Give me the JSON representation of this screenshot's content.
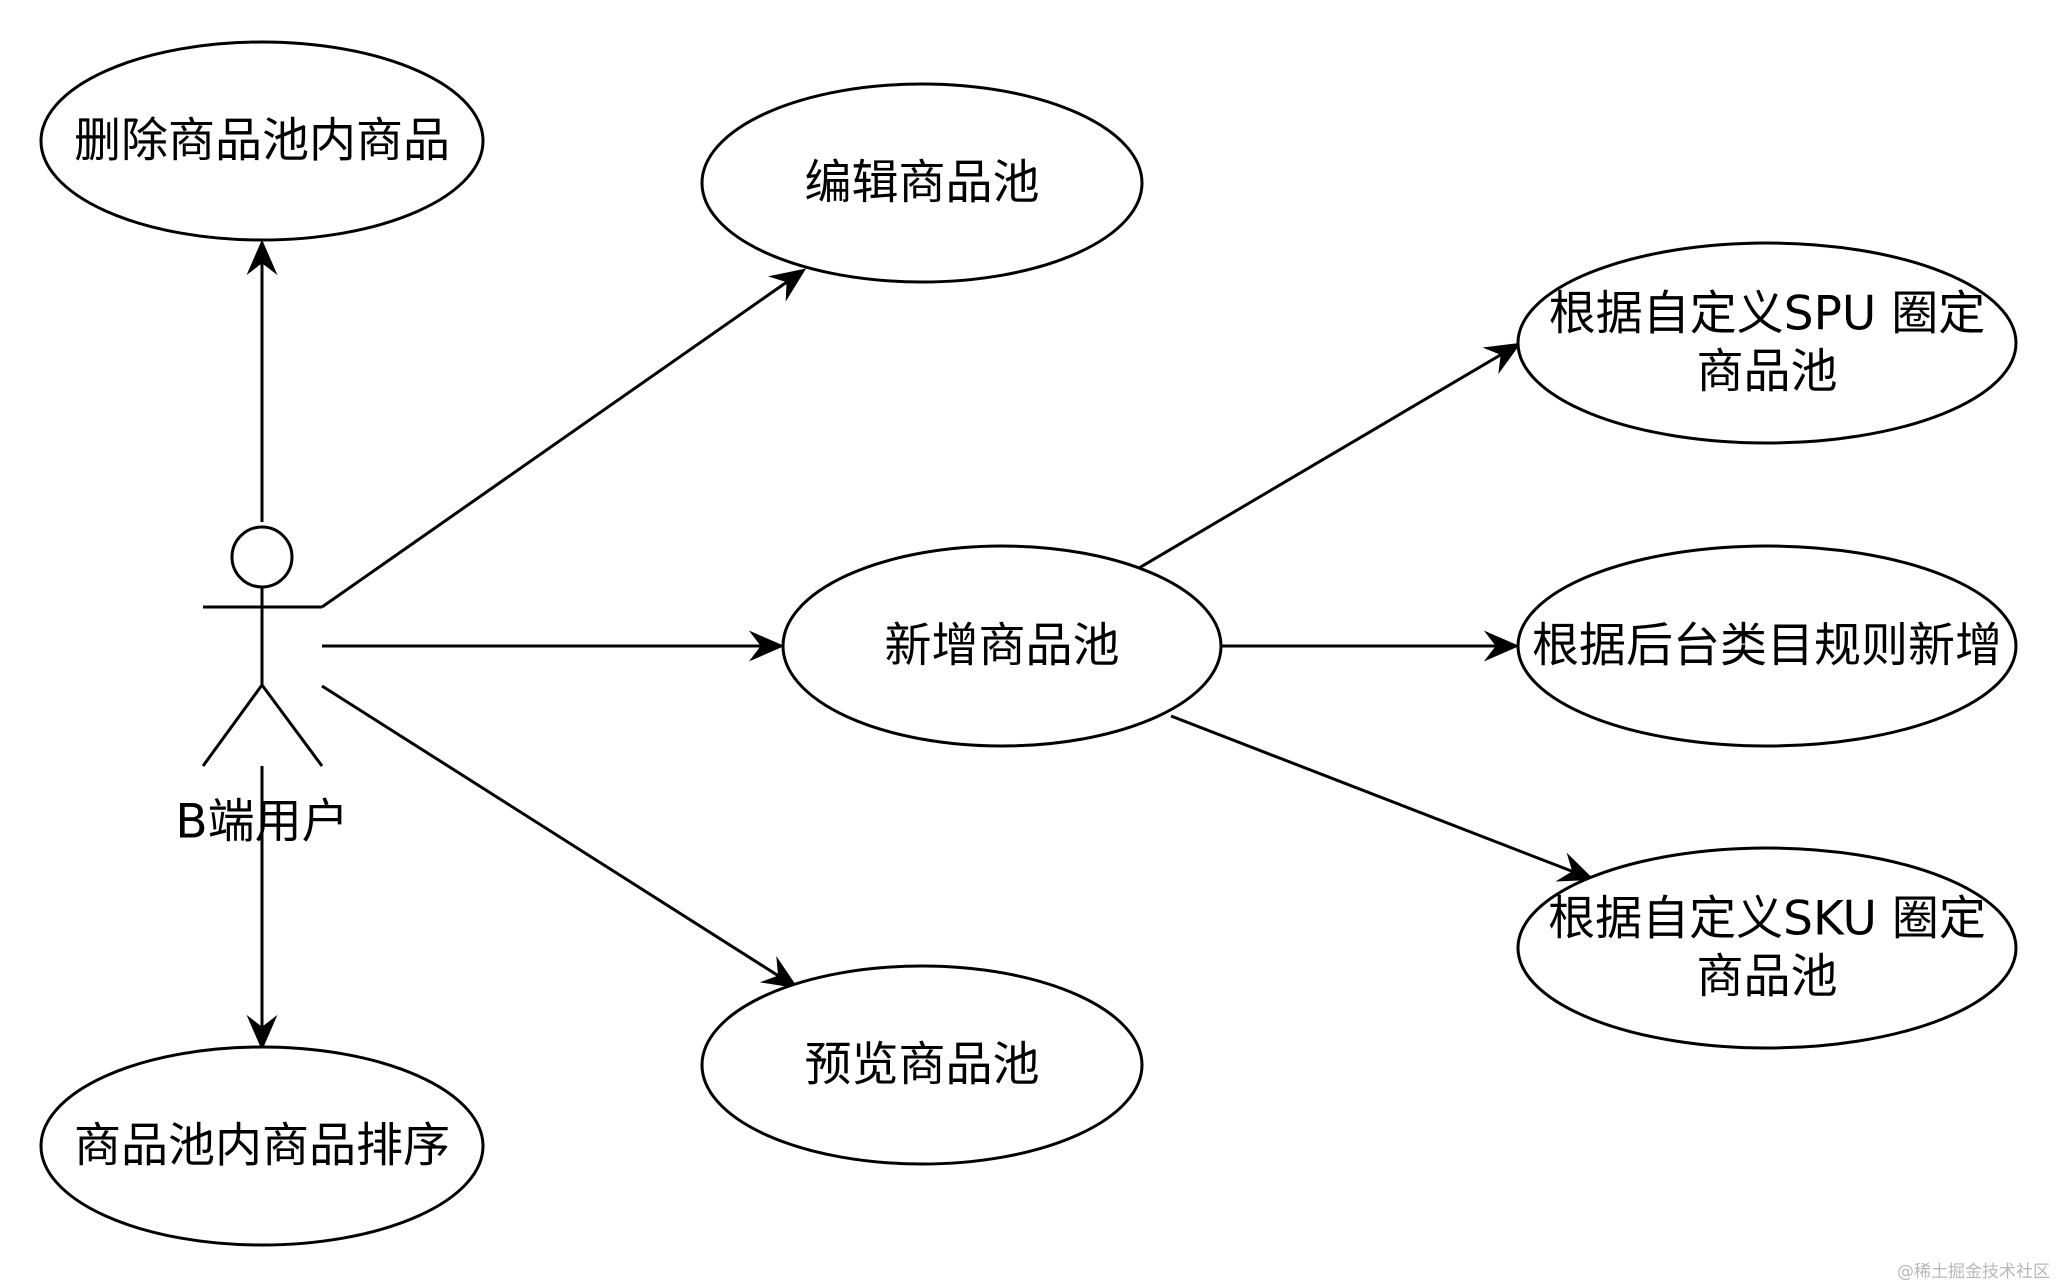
{
  "diagram": {
    "actor": {
      "label": "B端用户"
    },
    "nodes": [
      {
        "id": "delete-items",
        "lines": [
          "删除商品池内商品"
        ]
      },
      {
        "id": "edit-pool",
        "lines": [
          "编辑商品池"
        ]
      },
      {
        "id": "add-pool",
        "lines": [
          "新增商品池"
        ]
      },
      {
        "id": "preview-pool",
        "lines": [
          "预览商品池"
        ]
      },
      {
        "id": "sort-items",
        "lines": [
          "商品池内商品排序"
        ]
      },
      {
        "id": "by-spu",
        "lines": [
          "根据自定义SPU 圈定",
          "商品池"
        ]
      },
      {
        "id": "by-category",
        "lines": [
          "根据后台类目规则新增"
        ]
      },
      {
        "id": "by-sku",
        "lines": [
          "根据自定义SKU 圈定",
          "商品池"
        ]
      }
    ],
    "edges": [
      {
        "from": "actor",
        "to": "delete-items"
      },
      {
        "from": "actor",
        "to": "edit-pool"
      },
      {
        "from": "actor",
        "to": "add-pool"
      },
      {
        "from": "actor",
        "to": "preview-pool"
      },
      {
        "from": "actor",
        "to": "sort-items"
      },
      {
        "from": "add-pool",
        "to": "by-spu"
      },
      {
        "from": "add-pool",
        "to": "by-category"
      },
      {
        "from": "add-pool",
        "to": "by-sku"
      }
    ]
  },
  "watermark": {
    "text": "@稀土掘金技术社区"
  },
  "colors": {
    "stroke": "#000000",
    "fill": "#ffffff",
    "watermark": "#b8b8b8"
  }
}
